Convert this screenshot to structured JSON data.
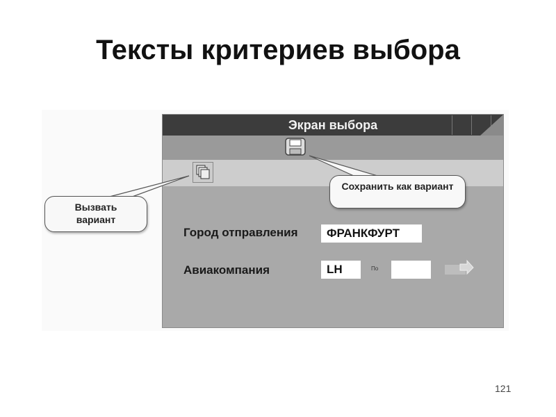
{
  "slide": {
    "title": "Тексты критериев выбора",
    "page_number": "121"
  },
  "window": {
    "title": "Экран выбора"
  },
  "toolbar": {
    "save_icon": "floppy-disk-icon",
    "variant_icon": "copy-pages-icon"
  },
  "callouts": {
    "save_variant": "Сохранить как вариант",
    "get_variant": "Вызвать вариант"
  },
  "form": {
    "departure_city": {
      "label": "Город отправления",
      "value": "ФРАНКФУРТ"
    },
    "airline": {
      "label": "Авиакомпания",
      "from_value": "LH",
      "to_label": "По",
      "to_value": ""
    },
    "multiple_selection_icon": "arrow-right-icon"
  }
}
